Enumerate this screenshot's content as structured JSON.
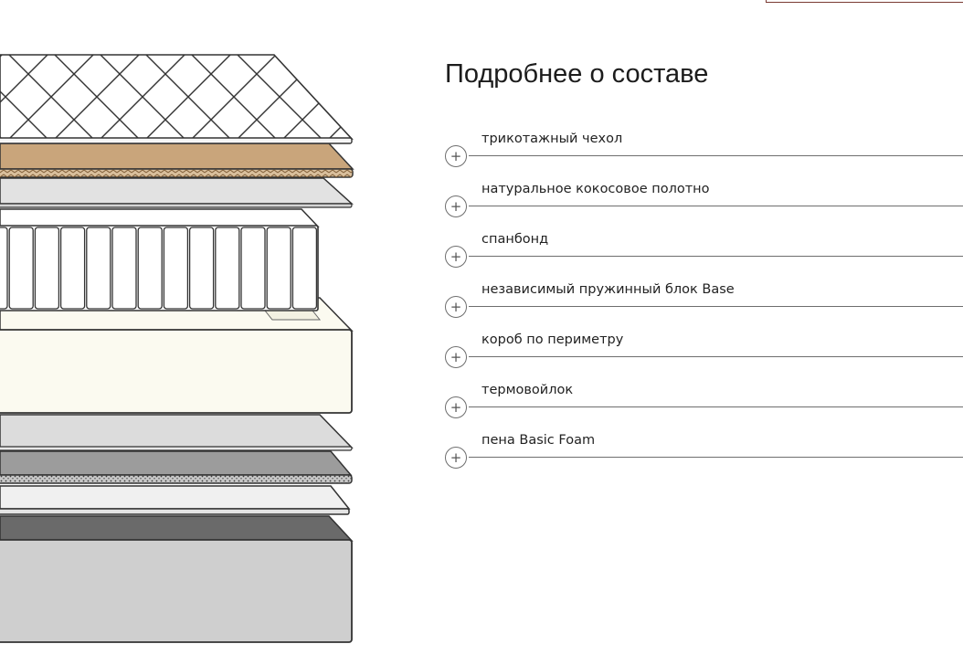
{
  "section": {
    "title": "Подробнее о составе"
  },
  "layers": [
    {
      "label": "трикотажный чехол",
      "icon": "plus-icon"
    },
    {
      "label": "натуральное кокосовое полотно",
      "icon": "plus-icon"
    },
    {
      "label": "спанбонд",
      "icon": "plus-icon"
    },
    {
      "label": "независимый пружинный блок Base",
      "icon": "plus-icon"
    },
    {
      "label": "короб по периметру",
      "icon": "plus-icon"
    },
    {
      "label": "термовойлок",
      "icon": "plus-icon"
    },
    {
      "label": "пена Basic Foam",
      "icon": "plus-icon"
    }
  ],
  "expand_glyph": "+",
  "colors": {
    "outline": "#3a3a3a",
    "quilted_cover": "#ffffff",
    "coconut": "#c9a57b",
    "spunbond": "#e2e2e2",
    "springs": "#ffffff",
    "perimeter_box": "#fbfaf0",
    "thermofelt": "#dcdcdc",
    "dotted_layer": "#9c9c9c",
    "thin_layer": "#f0f0f0",
    "dark_layer": "#6a6a6a",
    "base_block": "#cfcfcf",
    "accent_border": "#7a3a33"
  }
}
